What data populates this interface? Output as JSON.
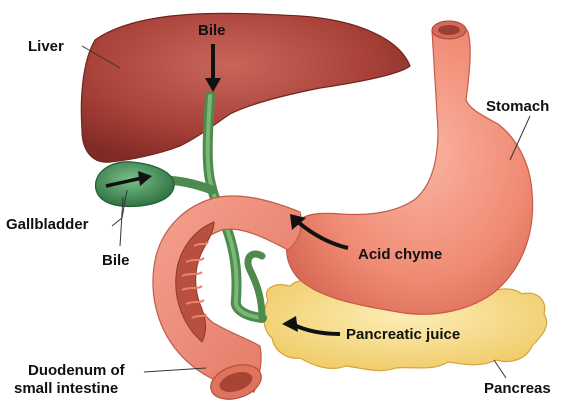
{
  "labels": {
    "liver": "Liver",
    "bile_top": "Bile",
    "stomach": "Stomach",
    "gallbladder": "Gallbladder",
    "bile_bottom": "Bile",
    "acid_chyme": "Acid chyme",
    "pancreatic_juice": "Pancreatic juice",
    "duodenum_line1": "Duodenum of",
    "duodenum_line2": "small intestine",
    "pancreas": "Pancreas"
  },
  "colors": {
    "liver": "#b4483f",
    "gallbladder": "#3f8a52",
    "stomach": "#f2907a",
    "duodenum": "#ee8571",
    "pancreas": "#f6dc8a",
    "duct": "#4d8a4d"
  }
}
